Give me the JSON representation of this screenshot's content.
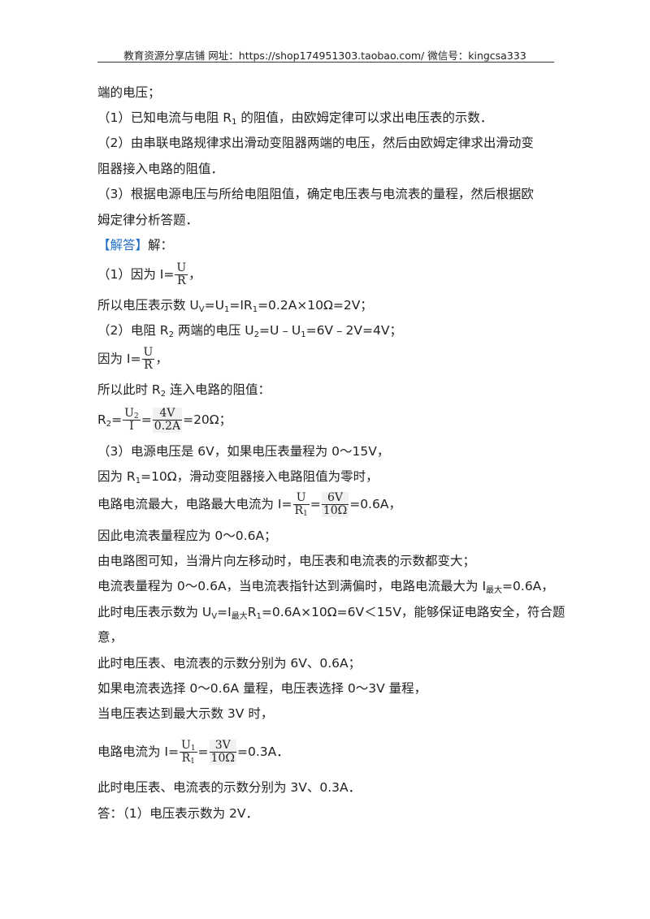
{
  "header": {
    "text": "教育资源分享店铺    网址：https://shop174951303.taobao.com/      微信号：kingcsa333"
  },
  "lines": {
    "l01": "端的电压；",
    "l02a": "（1）已知电流与电阻 R",
    "l02s": "1",
    "l02b": " 的阻值，由欧姆定律可以求出电压表的示数．",
    "l03": "（2）由串联电路规律求出滑动变阻器两端的电压，然后由欧姆定律求出滑动变",
    "l04": "阻器接入电路的阻值．",
    "l05": "（3）根据电源电压与所给电阻阻值，确定电压表与电流表的量程，然后根据欧",
    "l06": "姆定律分析答题．",
    "l07a": "【解答】",
    "l07b": "解：",
    "l08a": "（1）因为 I=",
    "l08b": "，",
    "l09a": "所以电压表示数 U",
    "l09s1": "V",
    "l09b": "=U",
    "l09s2": "1",
    "l09c": "=IR",
    "l09s3": "1",
    "l09d": "=0.2A×10Ω=2V；",
    "l10a": "（2）电阻 R",
    "l10s1": "2",
    "l10b": " 两端的电压 U",
    "l10s2": "2",
    "l10c": "=U﹣U",
    "l10s3": "1",
    "l10d": "=6V﹣2V=4V；",
    "l11a": "因为 I=",
    "l11b": "，",
    "l12a": "所以此时 R",
    "l12s": "2",
    "l12b": " 连入电路的阻值：",
    "l13a": "R",
    "l13s": "2",
    "l13b": "=",
    "l13c": "=",
    "l13d": "=20Ω；",
    "l14": "（3）电源电压是 6V，如果电压表量程为 0～15V，",
    "l15a": "因为 R",
    "l15s": "1",
    "l15b": "=10Ω，滑动变阻器接入电路阻值为零时，",
    "l16a": "电路电流最大，电路最大电流为 I=",
    "l16b": "=",
    "l16c": "=0.6A，",
    "l17": "因此电流表量程应为 0～0.6A；",
    "l18": "由电路图可知，当滑片向左移动时，电压表和电流表的示数都变大；",
    "l19a": "电流表量程为 0～0.6A，当电流表指针达到满偏时，电路电流最大为 I",
    "l19s": "最大",
    "l19b": "=0.6A，",
    "l20a": "此时电压表示数为 U",
    "l20s1": "V",
    "l20b": "=I",
    "l20s2": "最大",
    "l20c": "R",
    "l20s3": "1",
    "l20d": "=0.6A×10Ω=6V＜15V，能够保证电路安全，符合题",
    "l21": "意，",
    "l22": "此时电压表、电流表的示数分别为 6V、0.6A；",
    "l23": "如果电流表选择 0～0.6A 量程，电压表选择 0～3V 量程，",
    "l24": "当电压表达到最大示数 3V 时，",
    "l25a": "电路电流为 I=",
    "l25b": "=",
    "l25c": "=0.3A．",
    "l26": "此时电压表、电流表的示数分别为 3V、0.3A．",
    "l27": "答：（1）电压表示数为 2V．"
  },
  "fractions": {
    "f1": {
      "num": "U",
      "den": "R"
    },
    "f2": {
      "num": "U",
      "den": "R"
    },
    "f3": {
      "num": "U",
      "num_sub": "2",
      "den": "I"
    },
    "f4": {
      "num": "4V",
      "den": "0.2A"
    },
    "f5": {
      "num": "U",
      "den": "R",
      "den_sub": "1"
    },
    "f6": {
      "num": "6V",
      "den": "10Ω"
    },
    "f7": {
      "num": "U",
      "num_sub": "1",
      "den": "R",
      "den_sub": "1"
    },
    "f8": {
      "num": "3V",
      "den": "10Ω"
    }
  },
  "colors": {
    "keyword": "#1f6fc5",
    "text": "#222222"
  }
}
